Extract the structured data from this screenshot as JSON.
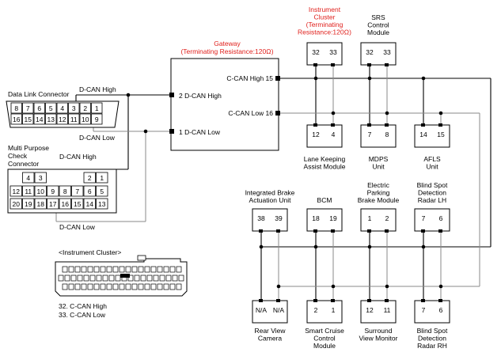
{
  "gateway": {
    "title": "Gateway",
    "subtitle": "(Terminating Resistance:120Ω)",
    "pin_can_high": "C-CAN High 15",
    "pin_can_low": "C-CAN Low 16",
    "pin_dcan_high": "2 D-CAN High",
    "pin_dcan_low": "1 D-CAN Low"
  },
  "dlc": {
    "label": "Data Link Connector",
    "row1": [
      "8",
      "7",
      "6",
      "5",
      "4",
      "3",
      "2",
      "1"
    ],
    "row2": [
      "16",
      "15",
      "14",
      "13",
      "12",
      "11",
      "10",
      "9"
    ]
  },
  "mpc": {
    "label_line1": "Multi Purpose",
    "label_line2": "Check",
    "label_line3": "Connector",
    "row0a": [
      "4",
      "3"
    ],
    "row0b": [
      "2",
      "1"
    ],
    "row1": [
      "12",
      "11",
      "10",
      "9",
      "8",
      "7",
      "6",
      "5"
    ],
    "row2": [
      "20",
      "19",
      "18",
      "17",
      "16",
      "15",
      "14",
      "13"
    ]
  },
  "wires": {
    "dcan_high_top": "D-CAN High",
    "dcan_low_top": "D-CAN Low",
    "dcan_high_mid": "D-CAN High",
    "dcan_low_bottom": "D-CAN Low"
  },
  "modules_top": [
    {
      "name_lines": [
        "Instrument",
        "Cluster",
        "(Terminating",
        "Resistance:120Ω)"
      ],
      "pins": [
        "32",
        "33"
      ],
      "red": true
    },
    {
      "name_lines": [
        "SRS",
        "Control",
        "Module"
      ],
      "pins": [
        "32",
        "33"
      ],
      "red": false
    }
  ],
  "modules_row2": [
    {
      "name_lines": [
        "Lane Keeping",
        "Assist Module"
      ],
      "pins": [
        "12",
        "4"
      ]
    },
    {
      "name_lines": [
        "MDPS",
        "Unit"
      ],
      "pins": [
        "7",
        "8"
      ]
    },
    {
      "name_lines": [
        "AFLS",
        "Unit"
      ],
      "pins": [
        "14",
        "15"
      ]
    }
  ],
  "modules_row3": [
    {
      "name_lines": [
        "Integrated Brake",
        "Actuation Unit"
      ],
      "pins": [
        "38",
        "39"
      ]
    },
    {
      "name_lines": [
        "BCM"
      ],
      "pins": [
        "18",
        "19"
      ]
    },
    {
      "name_lines": [
        "Electric",
        "Parking",
        "Brake Module"
      ],
      "pins": [
        "1",
        "2"
      ]
    },
    {
      "name_lines": [
        "Blind Spot",
        "Detection",
        "Radar LH"
      ],
      "pins": [
        "7",
        "6"
      ]
    }
  ],
  "modules_row4": [
    {
      "name_lines": [
        "Rear View",
        "Camera"
      ],
      "pins": [
        "N/A",
        "N/A"
      ]
    },
    {
      "name_lines": [
        "Smart Cruise",
        "Control",
        "Module"
      ],
      "pins": [
        "2",
        "1"
      ]
    },
    {
      "name_lines": [
        "Surround",
        "View Monitor"
      ],
      "pins": [
        "12",
        "11"
      ]
    },
    {
      "name_lines": [
        "Blind Spot",
        "Detection",
        "Radar RH"
      ],
      "pins": [
        "7",
        "6"
      ]
    }
  ],
  "cluster": {
    "title": "<Instrument Cluster>",
    "pin_note1": "32. C-CAN High",
    "pin_note2": "33. C-CAN Low"
  }
}
